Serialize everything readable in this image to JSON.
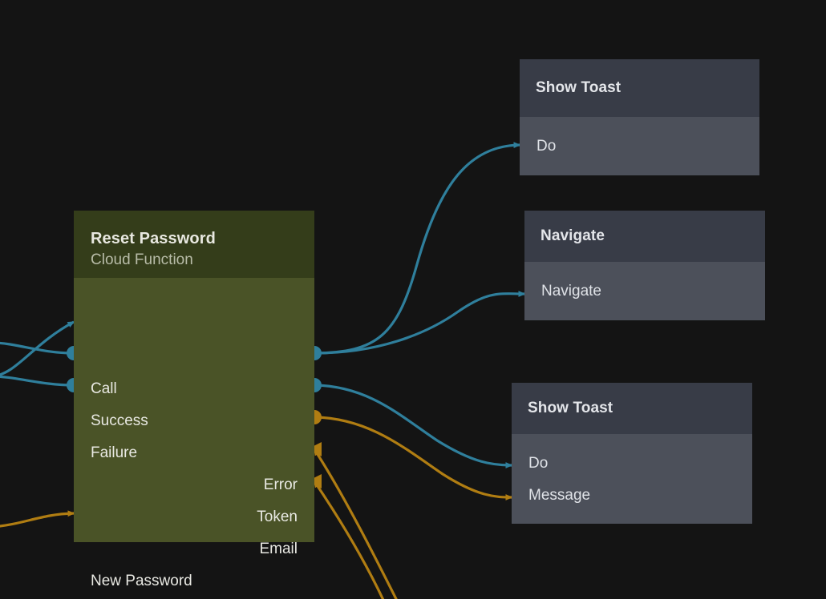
{
  "canvas": {
    "background": "#141414",
    "wire_exec_color": "#2f7f9c",
    "wire_data_color": "#b07d12"
  },
  "nodes": [
    {
      "id": "reset-password",
      "title": "Reset Password",
      "subtitle": "Cloud Function",
      "kind": "cloud-function",
      "header_color": "#343d1a",
      "body_color": "#4a5327",
      "inputs_left": [
        {
          "label": "Call",
          "type": "exec",
          "shape": "arrow",
          "color": "#2f7f9c"
        },
        {
          "label": "Success",
          "type": "exec",
          "shape": "circle",
          "color": "#2f7f9c"
        },
        {
          "label": "Failure",
          "type": "exec",
          "shape": "circle",
          "color": "#2f7f9c"
        },
        {
          "label": "New Password",
          "type": "data",
          "shape": "arrow",
          "color": "#b07d12"
        }
      ],
      "outputs_right": [
        {
          "label": "",
          "type": "exec",
          "shape": "circle",
          "color": "#2f7f9c"
        },
        {
          "label": "",
          "type": "exec",
          "shape": "circle",
          "color": "#2f7f9c"
        },
        {
          "label": "Error",
          "type": "data",
          "shape": "circle",
          "color": "#b07d12"
        },
        {
          "label": "Token",
          "type": "data",
          "shape": "arrow",
          "color": "#b07d12"
        },
        {
          "label": "Email",
          "type": "data",
          "shape": "arrow",
          "color": "#b07d12"
        }
      ]
    },
    {
      "id": "show-toast-1",
      "title": "Show Toast",
      "header_color": "#383c47",
      "body_color": "#4c505a",
      "ports": [
        {
          "label": "Do",
          "type": "exec",
          "shape": "arrow",
          "color": "#2f7f9c"
        }
      ]
    },
    {
      "id": "navigate",
      "title": "Navigate",
      "header_color": "#383c47",
      "body_color": "#4c505a",
      "ports": [
        {
          "label": "Navigate",
          "type": "exec",
          "shape": "arrow",
          "color": "#2f7f9c"
        }
      ]
    },
    {
      "id": "show-toast-2",
      "title": "Show Toast",
      "header_color": "#383c47",
      "body_color": "#4c505a",
      "ports": [
        {
          "label": "Do",
          "type": "exec",
          "shape": "arrow",
          "color": "#2f7f9c"
        },
        {
          "label": "Message",
          "type": "data",
          "shape": "arrow",
          "color": "#b07d12"
        }
      ]
    }
  ]
}
